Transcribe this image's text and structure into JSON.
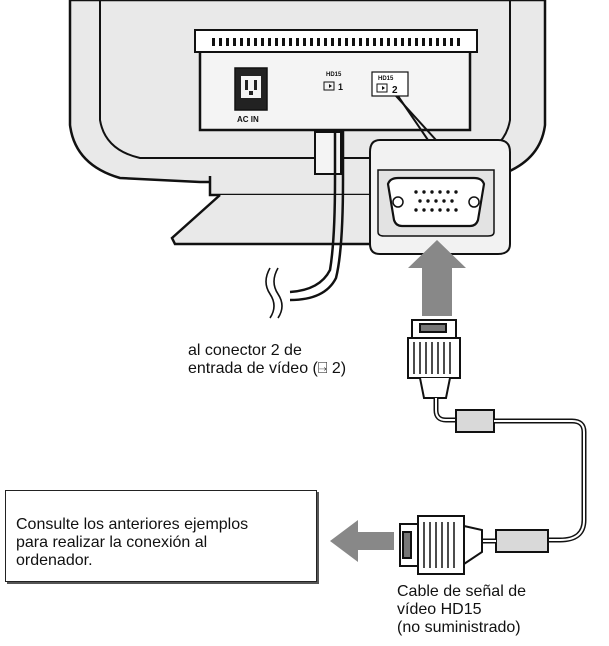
{
  "monitor": {
    "acin_label": "AC IN",
    "port1_label": "HD15",
    "port1_number": "1",
    "port2_label": "HD15",
    "port2_number": "2"
  },
  "labels": {
    "connector_lines": [
      "al conector 2 de",
      "entrada de vídeo (⍈ 2)"
    ],
    "cable_lines": [
      "Cable de señal de",
      "vídeo HD15",
      "(no suministrado)"
    ]
  },
  "callout": {
    "lines": [
      "Consulte los anteriores ejemplos",
      "para realizar la conexión al",
      "ordenador."
    ]
  },
  "colors": {
    "ink": "#111111",
    "monitor_gray": "#e9e9e9",
    "arrow_gray": "#888888",
    "connector_gray": "#d9d9d9"
  },
  "icons": {
    "video_input": "video-input-icon",
    "power_socket": "power-socket-icon"
  }
}
